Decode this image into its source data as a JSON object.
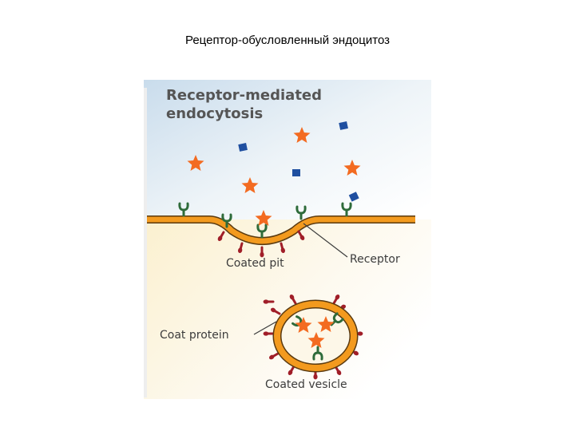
{
  "slide": {
    "title": "Рецептор-обусловленный эндоцитоз"
  },
  "figure": {
    "title_line1": "Receptor-mediated",
    "title_line2": "endocytosis",
    "labels": {
      "coated_pit": "Coated pit",
      "receptor": "Receptor",
      "coat_protein": "Coat protein",
      "coated_vesicle": "Coated vesicle"
    },
    "colors": {
      "membrane": "#f39a1e",
      "membrane_outline": "#5a3a10",
      "ligand_star": "#f36b21",
      "other_molecule": "#1f4fa0",
      "receptor": "#2e6b3a",
      "coat_protein": "#a01e28",
      "sky_top": "#cfe1ee",
      "cytoplasm": "#fbf3d8"
    }
  }
}
